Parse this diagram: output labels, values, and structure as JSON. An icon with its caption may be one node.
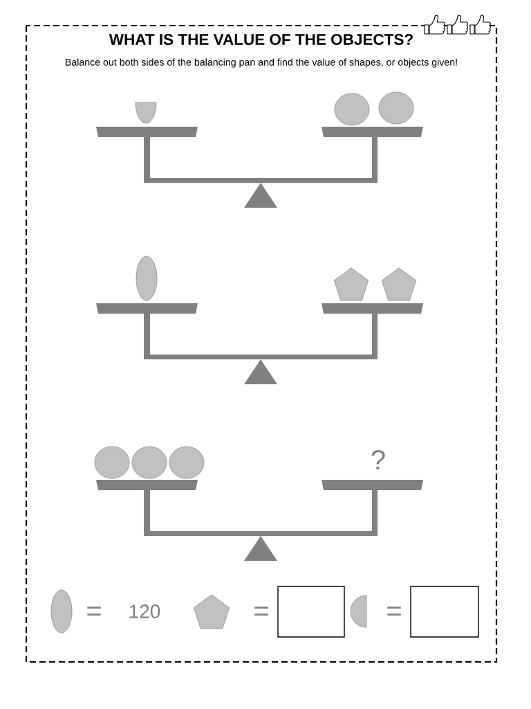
{
  "diagram": {
    "title": "WHAT IS THE VALUE OF THE OBJECTS?",
    "labels": [
      "Balance out both sides of the balancing pan and find the value of shapes, or objects given!",
      "?",
      "=",
      "120",
      "=",
      "="
    ]
  }
}
